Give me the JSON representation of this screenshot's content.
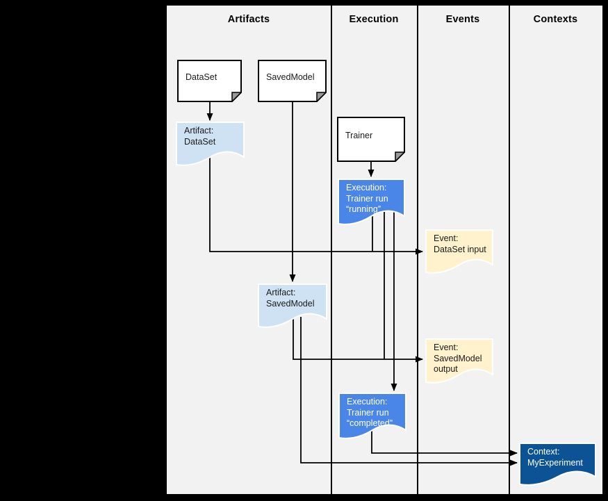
{
  "columns": [
    {
      "label": "Artifacts"
    },
    {
      "label": "Execution"
    },
    {
      "label": "Events"
    },
    {
      "label": "Contexts"
    }
  ],
  "nodes": {
    "dataset": {
      "label": "DataSet",
      "kind": "doc"
    },
    "savedmodel": {
      "label": "SavedModel",
      "kind": "doc"
    },
    "trainer": {
      "label": "Trainer",
      "kind": "doc"
    },
    "artifact_dataset": {
      "label": "Artifact:\nDataSet",
      "kind": "artifact"
    },
    "execution_running": {
      "label": "Execution:\nTrainer run\n“running”",
      "kind": "execution"
    },
    "event_dataset_input": {
      "label": "Event:\nDataSet input",
      "kind": "event"
    },
    "artifact_savedmodel": {
      "label": "Artifact:\nSavedModel",
      "kind": "artifact"
    },
    "event_savedmodel_output": {
      "label": "Event:\nSavedModel\noutput",
      "kind": "event"
    },
    "execution_completed": {
      "label": "Execution:\nTrainer run\n“completed”",
      "kind": "execution"
    },
    "context_myexperiment": {
      "label": "Context:\nMyExperiment",
      "kind": "context"
    }
  },
  "edges": [
    {
      "from": "dataset",
      "to": "artifact_dataset"
    },
    {
      "from": "savedmodel",
      "to": "artifact_savedmodel"
    },
    {
      "from": "trainer",
      "to": "execution_running"
    },
    {
      "from": "artifact_dataset",
      "to": "event_dataset_input"
    },
    {
      "from": "execution_running",
      "to": "event_dataset_input"
    },
    {
      "from": "artifact_savedmodel",
      "to": "event_savedmodel_output"
    },
    {
      "from": "execution_running",
      "to": "event_savedmodel_output"
    },
    {
      "from": "execution_running",
      "to": "execution_completed"
    },
    {
      "from": "execution_completed",
      "to": "context_myexperiment"
    },
    {
      "from": "artifact_savedmodel",
      "to": "context_myexperiment"
    }
  ],
  "colors": {
    "background": "#000000",
    "panel_bg": "#f2f2f2",
    "doc_fill": "#ffffff",
    "fold_gray": "#999999",
    "artifact": "#cfe2f3",
    "execution": "#4a86e8",
    "event": "#fff2cc",
    "context": "#0b5394",
    "line": "#000000",
    "text_light": "#ffffff"
  }
}
